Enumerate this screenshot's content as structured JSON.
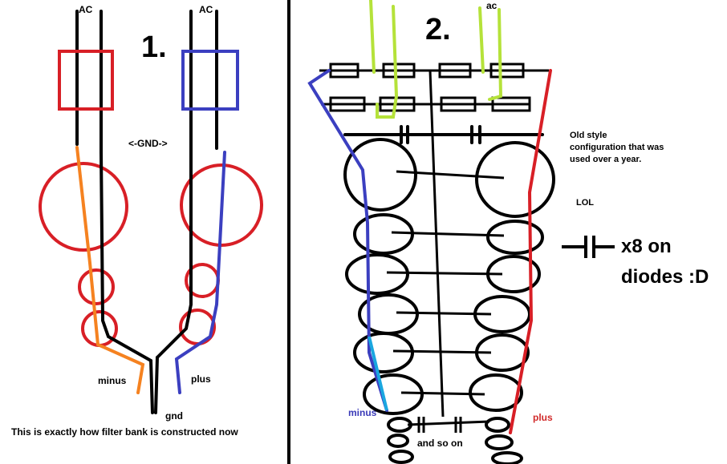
{
  "panel1": {
    "number": "1.",
    "ac_left": "AC",
    "ac_right": "AC",
    "gnd_arrow": "<-GND->",
    "minus": "minus",
    "plus": "plus",
    "gnd": "gnd",
    "caption": "This is exactly how filter bank is constructed now"
  },
  "panel2": {
    "number": "2.",
    "ac": "ac",
    "note_line1": "Old style",
    "note_line2": "configuration that was",
    "note_line3": "used over a year.",
    "lol": "LOL",
    "x8_line1": "x8 on",
    "x8_line2": "diodes :D",
    "minus": "minus",
    "plus": "plus",
    "and_so_on": "and so on"
  },
  "colors": {
    "red": "#d81f26",
    "blue": "#3b3fc0",
    "orange": "#f58220",
    "lime": "#b5e23a",
    "cyan": "#1aa7e0",
    "black": "#000000"
  }
}
